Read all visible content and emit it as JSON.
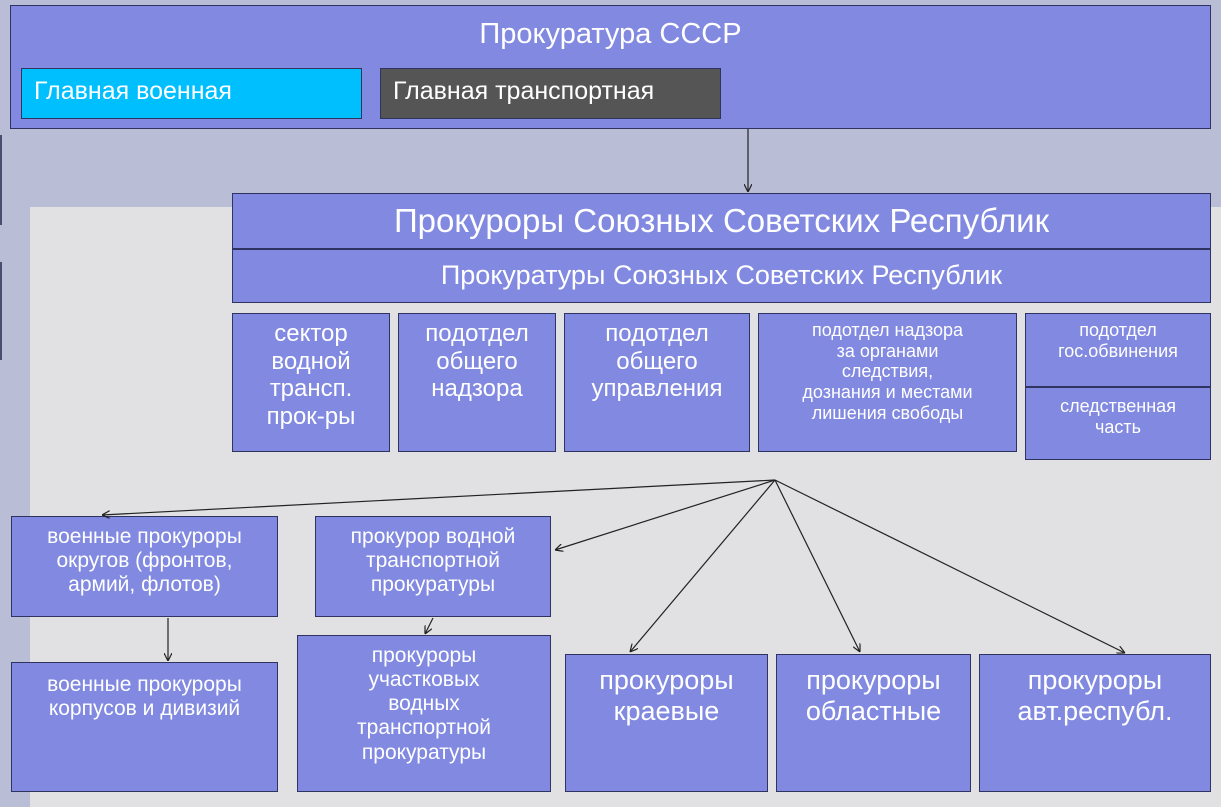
{
  "top": {
    "title": "Прокуратура СССР",
    "military": "Главная военная",
    "transport": "Главная транспортная"
  },
  "republic": {
    "prosecutors": "Прокуроры Союзных Советских Республик",
    "offices": "Прокуратуры Союзных Советских Республик"
  },
  "departments": {
    "water": "сектор\nводной\nтрансп.\nпрок-ры",
    "general_supervision": "подотдел\nобщего\nнадзора",
    "general_management": "подотдел\nобщего\nуправления",
    "investigation": "подотдел   надзора\nза органами\nследствия,\nдознания и местами\nлишения свободы",
    "prosecution": "подотдел\nгос.обвинения",
    "investigative_unit": "следственная\nчасть"
  },
  "lower": {
    "military_districts": "военные прокуроры\nокругов (фронтов,\nармий, флотов)",
    "water_transport": "прокурор водной\nтранспортной\nпрокуратуры",
    "military_corps": "военные прокуроры\nкорпусов и дивизий",
    "water_sections": "прокуроры\nучастковых\nводных\nтранспортной\nпрокуратуры",
    "krai": "прокуроры\nкраевые",
    "oblast": "прокуроры\nобластные",
    "autonomous": "прокуроры\nавт.республ."
  },
  "colors": {
    "box_fill": "#8189e0",
    "military_fill": "#00bfff",
    "transport_fill": "#555555",
    "panel": "#e1e1e3",
    "background": "#b9bdd6"
  }
}
